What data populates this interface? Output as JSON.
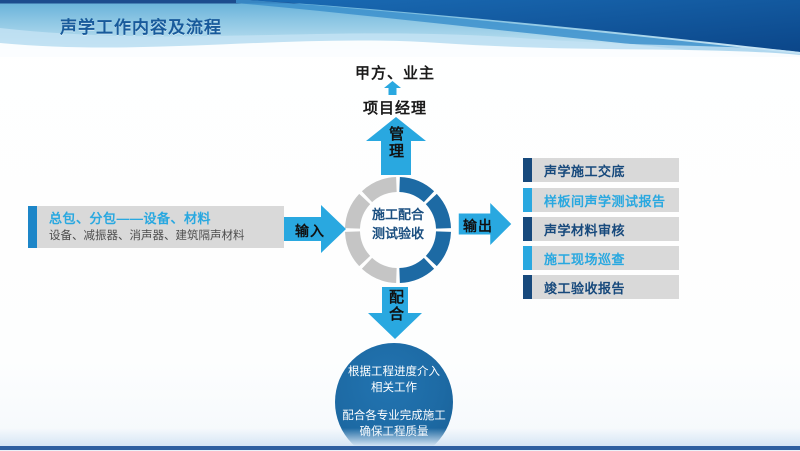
{
  "slide": {
    "title": "声学工作内容及流程"
  },
  "top_flow": {
    "client": "甲方、业主",
    "project_manager": "项目经理",
    "manage_arrow_label": "管理"
  },
  "center_ring": {
    "line1": "施工配合",
    "line2": "测试验收"
  },
  "input": {
    "arrow_label": "输入",
    "box_title": "总包、分包——设备、材料",
    "box_subtitle": "设备、减振器、消声器、建筑隔声材料"
  },
  "output": {
    "arrow_label": "输出",
    "items": [
      {
        "label": "声学施工交底",
        "style": "navy"
      },
      {
        "label": "样板间声学测试报告",
        "style": "cyan"
      },
      {
        "label": "声学材料审核",
        "style": "navy"
      },
      {
        "label": "施工现场巡查",
        "style": "cyan"
      },
      {
        "label": "竣工验收报告",
        "style": "navy"
      }
    ]
  },
  "cooperate": {
    "arrow_label": "配合",
    "circle_lines": [
      "根据工程进度介入",
      "相关工作",
      "配合各专业完成施工",
      "确保工程质量"
    ]
  },
  "colors": {
    "navy": "#17497C",
    "cyan": "#29A8E0",
    "ring_blue": "#1D6AA4",
    "ring_gray": "#C5C5C5",
    "bar_gray": "#D9D9D9",
    "title_blue": "#185A9B",
    "footer_line": "#2E5FA0"
  }
}
